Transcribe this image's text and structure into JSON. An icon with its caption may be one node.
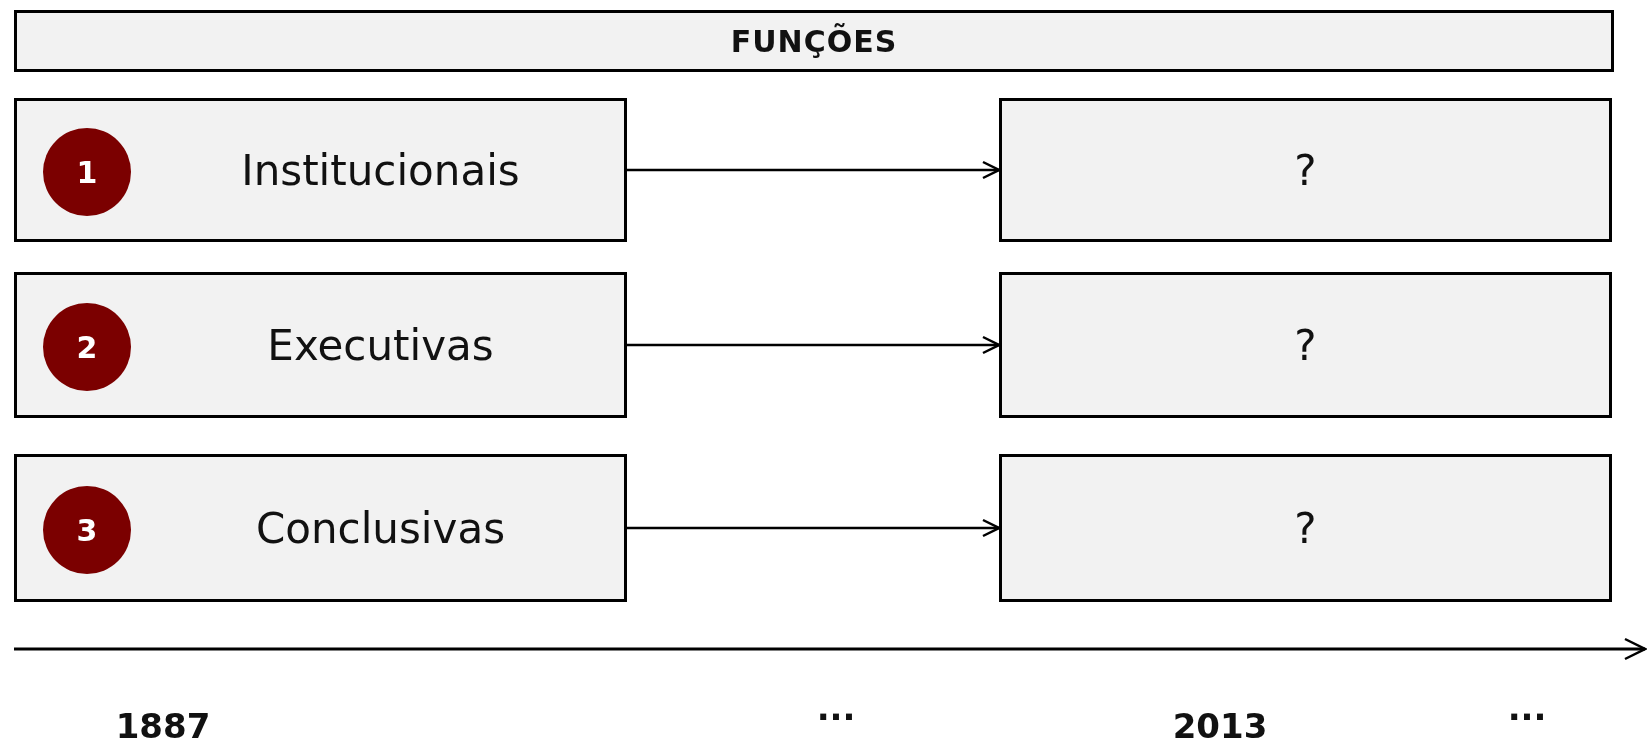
{
  "diagram": {
    "nodes": [
      {
        "text": [
          "FUNÇÕES"
        ]
      },
      {
        "text": [
          "Institucionais"
        ]
      },
      {
        "text": [
          "1"
        ],
        "in": 1
      },
      {
        "text": [
          "?"
        ]
      },
      {
        "text": [
          "Executivas"
        ]
      },
      {
        "text": [
          "2"
        ],
        "in": 4
      },
      {
        "text": [
          "?"
        ]
      },
      {
        "text": [
          "Conclusivas"
        ]
      },
      {
        "text": [
          "3"
        ],
        "in": 7
      },
      {
        "text": [
          "?"
        ]
      }
    ],
    "edges": [
      {
        "from": 1,
        "to": 3,
        "arrow": "to"
      },
      {
        "from": 4,
        "to": 6,
        "arrow": "to"
      },
      {
        "from": 7,
        "to": 9,
        "arrow": "to"
      }
    ],
    "labels": [
      "1887",
      "...",
      "2013",
      "..."
    ]
  }
}
